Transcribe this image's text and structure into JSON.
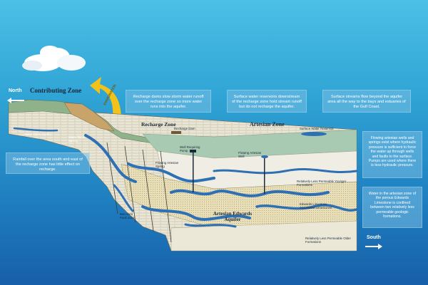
{
  "directions": {
    "north": "North",
    "south": "South"
  },
  "zones": {
    "contributing": "Contributing Zone",
    "recharge": "Recharge Zone",
    "artesian": "Artesian Zone"
  },
  "evaporation": "EVAPORATION",
  "callouts": {
    "recharge_dams": "Recharge dams slow storm water runoff over the recharge zone so more water runs into the aquifer.",
    "surface_reservoirs": "Surface water reservoirs downstream of the recharge zone hold stream runoff but do not recharge the aquifer.",
    "surface_streams": "Surface streams flow beyond the aquifer area all the way to the bays and estuaries of the Gulf Coast.",
    "rainfall": "Rainfall over the area south and east of the recharge zone has little effect on recharge.",
    "artesian_wells": "Flowing artesian wells and springs exist where hydraulic pressure is sufficient to force the water up through wells and faults to the surface. Pumps are used where there is less hydraulic pressure.",
    "edwards_water": "Water in the artesian zone of the porous Edwards Limestone is confined between two relatively less permeable geologic formations."
  },
  "labels": {
    "water_table_aquifer": "Water Table Aquifer",
    "water_table_spring": "Water Table Spring",
    "recharge_dam": "Recharge Dam",
    "surface_water_reservoir": "Surface Water Reservoir",
    "well_requiring_pump": "Well Requiring Pump",
    "flowing_artesian_spring": "Flowing Artesian Spring",
    "flowing_artesian_well": "Flowing Artesian Well",
    "younger_formations": "Relatively Less Permeable Younger Formations",
    "edwards_limestone": "Edwards Limestone Associated Limestones",
    "artesian_edwards_aquifer": "Artesian Edwards Aquifer",
    "balcones_fault_zone": "Balcones Fault Zone",
    "older_formations": "Relatively Less Permeable Older Formations"
  },
  "colors": {
    "sky_top": "#4cc0e6",
    "sky_bottom": "#175fa8",
    "aquifer_water": "#2f6fb3",
    "land_tan": "#c9a46a",
    "strata_light": "#e9e6d6",
    "evaporation_arrow": "#f3c21a"
  }
}
